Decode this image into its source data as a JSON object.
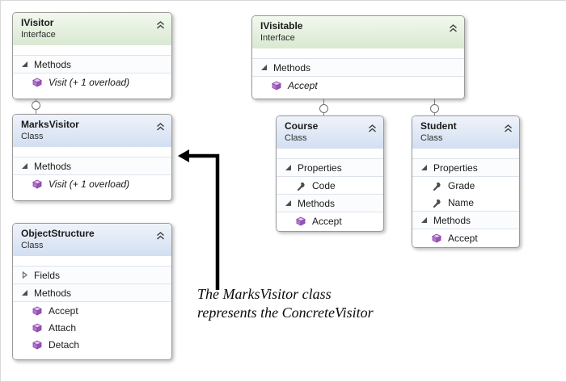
{
  "diagram": {
    "boxes": [
      {
        "name": "IVisitor",
        "kind": "Interface",
        "sections": [
          {
            "label": "Methods",
            "members": [
              {
                "name": "Visit (+ 1 overload)"
              }
            ]
          }
        ]
      },
      {
        "name": "IVisitable",
        "kind": "Interface",
        "sections": [
          {
            "label": "Methods",
            "members": [
              {
                "name": "Accept"
              }
            ]
          }
        ]
      },
      {
        "name": "MarksVisitor",
        "kind": "Class",
        "sections": [
          {
            "label": "Methods",
            "members": [
              {
                "name": "Visit (+ 1 overload)"
              }
            ]
          }
        ]
      },
      {
        "name": "Course",
        "kind": "Class",
        "sections": [
          {
            "label": "Properties",
            "members": [
              {
                "name": "Code"
              }
            ]
          },
          {
            "label": "Methods",
            "members": [
              {
                "name": "Accept"
              }
            ]
          }
        ]
      },
      {
        "name": "Student",
        "kind": "Class",
        "sections": [
          {
            "label": "Properties",
            "members": [
              {
                "name": "Grade"
              },
              {
                "name": "Name"
              }
            ]
          },
          {
            "label": "Methods",
            "members": [
              {
                "name": "Accept"
              }
            ]
          }
        ]
      },
      {
        "name": "ObjectStructure",
        "kind": "Class",
        "sections": [
          {
            "label": "Fields",
            "collapsed": true,
            "members": []
          },
          {
            "label": "Methods",
            "members": [
              {
                "name": "Accept"
              },
              {
                "name": "Attach"
              },
              {
                "name": "Detach"
              }
            ]
          }
        ]
      }
    ],
    "annotation": {
      "line1": "The MarksVisitor class",
      "line2": "represents the ConcreteVisitor"
    },
    "colors": {
      "interface_header": "#d9e9d1",
      "class_header": "#d2dff2",
      "box_border": "#9a9a9a",
      "connector": "#848484",
      "arrow": "#000000",
      "method_icon_purple": "#8e3fae",
      "property_icon_gray": "#4d4d4d"
    },
    "icons": {
      "collapse": "chevron-double-up",
      "expanded_section": "triangle-lower-right",
      "collapsed_section": "triangle-right",
      "method": "purple-cube",
      "property": "wrench",
      "inheritance_lollipop": "circle"
    }
  }
}
